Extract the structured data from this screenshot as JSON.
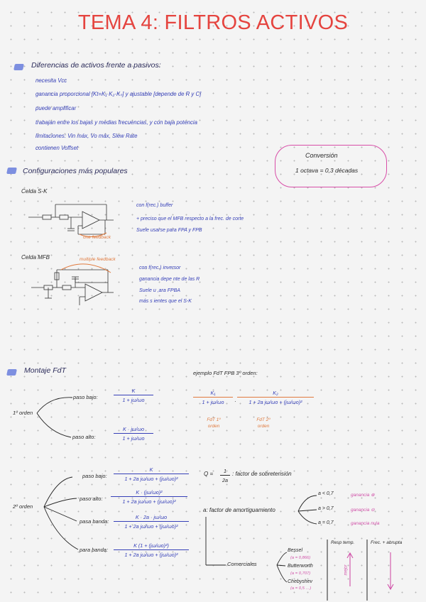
{
  "title": "TEMA 4: FILTROS ACTIVOS",
  "colors": {
    "title": "#e5443f",
    "ink_blue": "#3640b8",
    "bullet": "#7d8fe0",
    "orange": "#e07a3e",
    "pink": "#d050a8"
  },
  "s1": {
    "heading": "Diferencias de activos frente a pasivos:",
    "lines": [
      "necesita Vcc",
      "ganancia proporcional [Kt=K₁·K₂·Kₙ] y ajustable [depende de R y C]",
      "puede amplificar",
      "trabajan entre los bajas y medias frecuencias, y con baja potencia",
      "limitaciones: Vin máx, Vo máx, Slew Rate",
      "contienen Voffset"
    ]
  },
  "conversion": {
    "title": "Conversión",
    "text": "1 octava = 0,3 décadas"
  },
  "s2": {
    "heading": "Configuraciones más populares",
    "sk": {
      "label": "Celda S-K",
      "feedback": "one feedback",
      "notes": [
        "con f(rec.) buffer",
        "+ preciso que el MFB respecto a la frec. de corte",
        "Suele usarse para FPA y FPB"
      ]
    },
    "mfb": {
      "label": "Celda MFB",
      "feedback": "multiple feedback",
      "notes": [
        "con f(rec.) inversor",
        "ganancia depe    nte de las R",
        "Suele u        ,ara FPBA",
        "más s      ientes que el S-K"
      ]
    }
  },
  "s3": {
    "heading": "Montaje FdT",
    "first_order": {
      "label": "1º orden",
      "low": {
        "label": "paso bajo:",
        "num": "K",
        "den": "1 + jω/ωo"
      },
      "high": {
        "label": "paso alto:",
        "num": "K · jω/ωo",
        "den": "1 + jω/ωo"
      }
    },
    "example": {
      "title": "ejemplo FdT  FPB  3º orden:",
      "f1": {
        "num": "K₁",
        "den": "1 + jω/ωo"
      },
      "f2": {
        "num": "K₂",
        "den": "1 + 2a jω/ωo + (jω/ωo)²"
      },
      "note1": "FdT 1º orden",
      "note2": "FdT 2º orden"
    },
    "second_order": {
      "label": "2º orden",
      "items": [
        {
          "label": "paso bajo:",
          "num": "K",
          "den": "1 + 2a jω/ωo + (jω/ωo)²"
        },
        {
          "label": "paso alto:",
          "num": "K · (jω/ωo)²",
          "den": "1 + 2a jω/ωo + (jω/ωo)²"
        },
        {
          "label": "pasa banda:",
          "num": "K · 2a · jω/ωo",
          "den": "1 + 2a jω/ωo + (jω/ωo)²"
        },
        {
          "label": "para banda:",
          "num": "K (1 + (jω/ωo)²)",
          "den": "1 + 2a jω/ωo + (jω/ωo)²"
        }
      ]
    },
    "q": {
      "lhs": "Q =",
      "num": "1",
      "den": "2a",
      "text": ": factor de sobretensión"
    },
    "a": {
      "text": "a: factor de amortiguamiento",
      "cases": [
        {
          "cond": "a < 0,7",
          "res": "ganancia ⊕"
        },
        {
          "cond": "a > 0,7",
          "res": "ganancia ⊖"
        },
        {
          "cond": "a = 0,7",
          "res": "ganancia nula"
        }
      ],
      "commercial": "Comerciales",
      "filters": [
        {
          "name": "Bessel",
          "a": "(a = 0,866)"
        },
        {
          "name": "Butterworth",
          "a": "(a = 0,707)"
        },
        {
          "name": "Chebyshev",
          "a": "(a = 0,5 …)"
        }
      ],
      "col1": "Resp temp.",
      "col2": "Frec. + abrupta",
      "arrow": "mejor"
    }
  }
}
